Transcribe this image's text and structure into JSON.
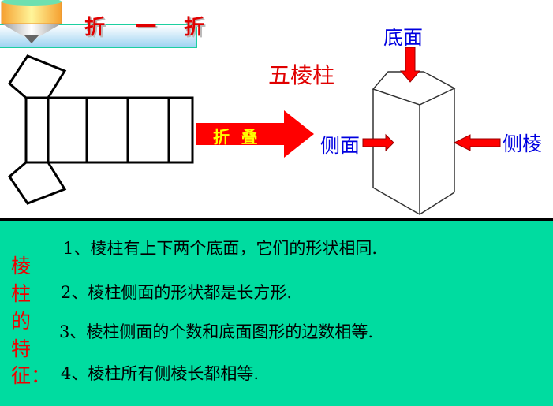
{
  "header": {
    "title_chars": [
      "折",
      "一",
      "折"
    ]
  },
  "diagram": {
    "fold_arrow_label": "折  叠",
    "prism_name": "五棱柱",
    "labels": {
      "base": "底面",
      "lateral_face": "侧面",
      "lateral_edge": "侧棱"
    }
  },
  "features": {
    "side_title_chars": [
      "棱",
      "柱",
      "的",
      "特",
      "征："
    ],
    "items": [
      "1、棱柱有上下两个底面，它们的形状相同.",
      "2、棱柱侧面的形状都是长方形.",
      "3、棱柱侧面的个数和底面图形的边数相等.",
      "4、棱柱所有侧棱长都相等."
    ]
  },
  "colors": {
    "panel": "#00dca0",
    "title": "#e00000",
    "label": "#0000e0",
    "arrow": "#ff0000"
  }
}
